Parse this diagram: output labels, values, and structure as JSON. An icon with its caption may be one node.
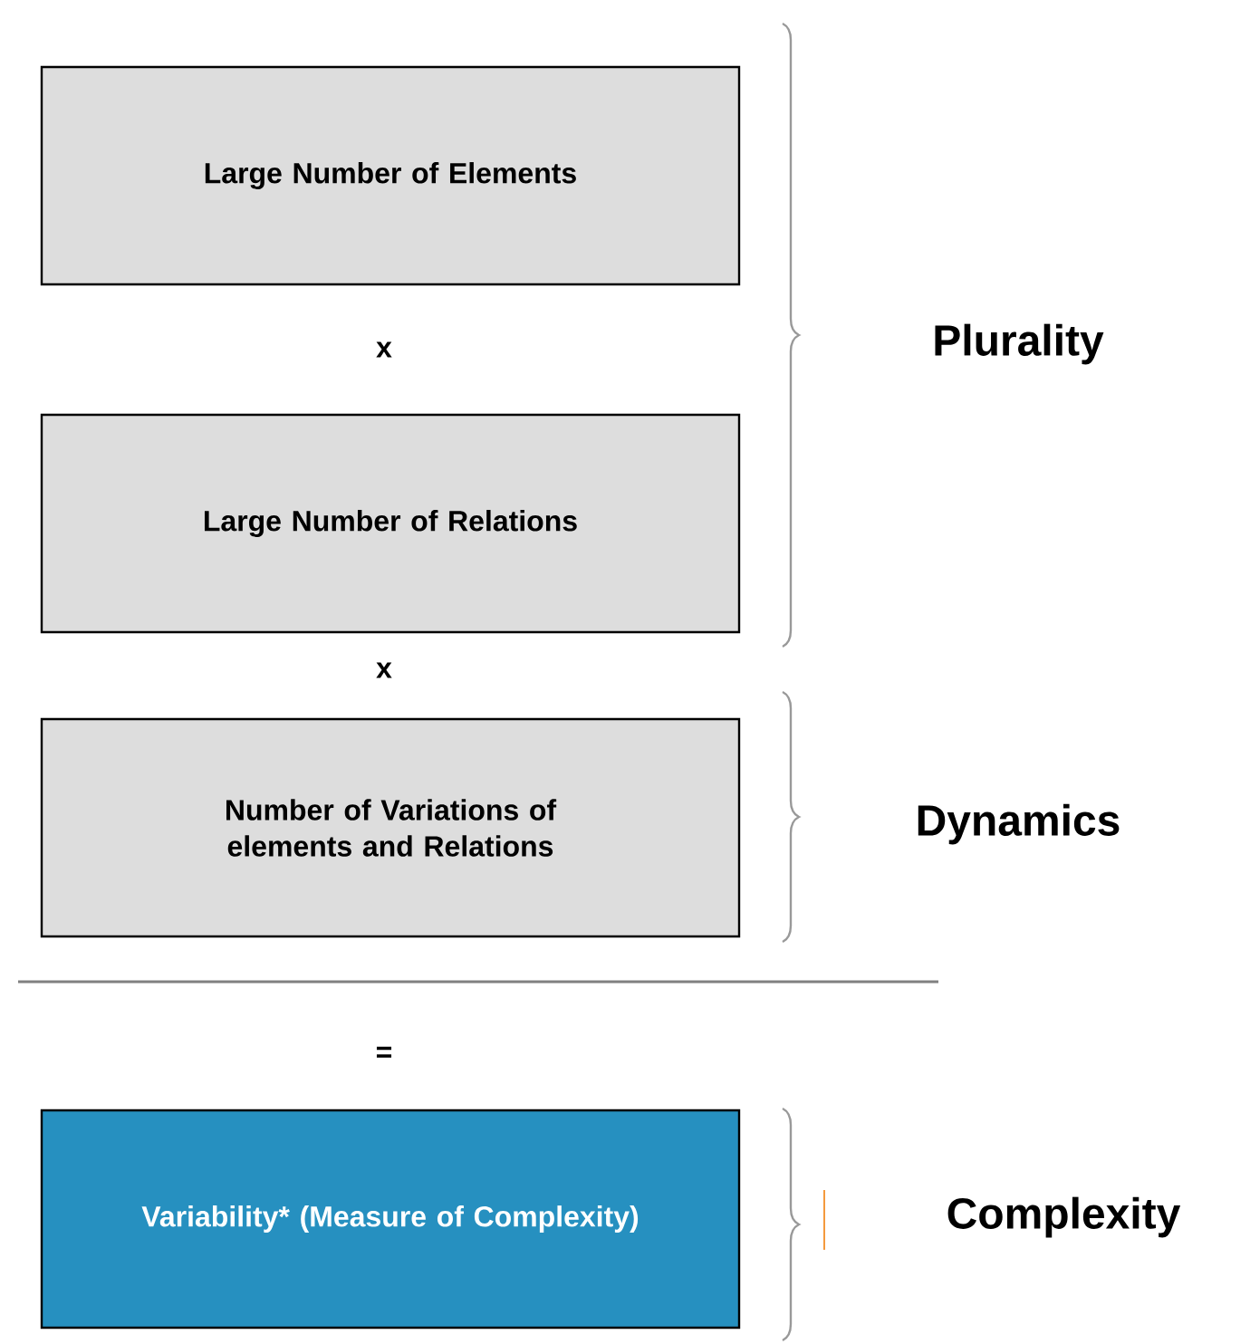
{
  "diagram": {
    "nodes": [
      {
        "text": [
          "Large Number of Elements"
        ]
      },
      {
        "text": [
          "Large Number of Relations"
        ]
      },
      {
        "text": [
          "Number of Variations of elements and Relations"
        ]
      },
      {
        "text": [
          "Variability* (Measure of Complexity)"
        ]
      }
    ],
    "labels": [
      "x",
      "Plurality",
      "x",
      "Dynamics",
      "=",
      "Complexity"
    ]
  }
}
